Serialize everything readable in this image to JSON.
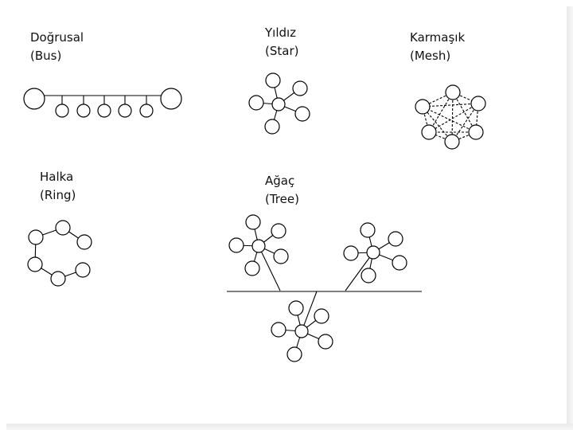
{
  "topologies": {
    "bus": {
      "name": "Doğrusal",
      "sub": "(Bus)"
    },
    "star": {
      "name": "Yıldız",
      "sub": "(Star)"
    },
    "mesh": {
      "name": "Karmaşık",
      "sub": "(Mesh)"
    },
    "ring": {
      "name": "Halka",
      "sub": "(Ring)"
    },
    "tree": {
      "name": "Ağaç",
      "sub": "(Tree)"
    }
  }
}
